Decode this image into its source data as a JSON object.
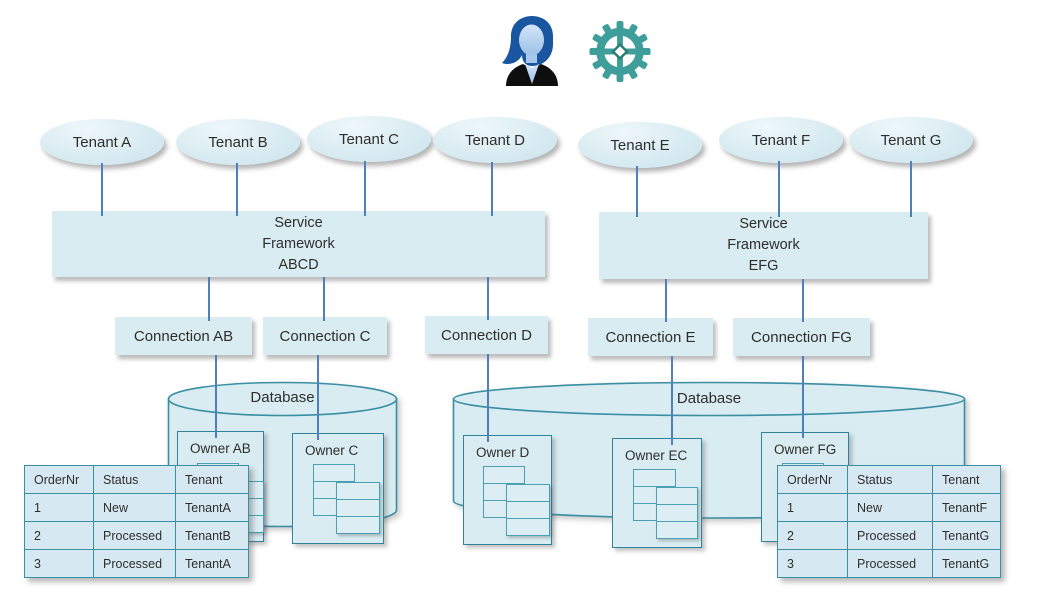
{
  "colors": {
    "shape_fill": "#d9ecf2",
    "table_fill": "#d6e9f2",
    "teal_border": "#3a8fa3",
    "connector_blue": "#4f7fbd",
    "gear_teal": "#3f9e99",
    "hair_blue": "#1a55a0"
  },
  "icons": {
    "person": "business-woman-icon",
    "gear": "gear-icon"
  },
  "tenants": [
    "Tenant A",
    "Tenant B",
    "Tenant C",
    "Tenant D",
    "Tenant E",
    "Tenant F",
    "Tenant G"
  ],
  "frameworks": [
    "Service\nFramework\nABCD",
    "Service\nFramework\nEFG"
  ],
  "connections": [
    "Connection AB",
    "Connection C",
    "Connection D",
    "Connection E",
    "Connection FG"
  ],
  "databases": [
    "Database",
    "Database"
  ],
  "owners": [
    "Owner AB",
    "Owner C",
    "Owner D",
    "Owner EC",
    "Owner FG"
  ],
  "tables": {
    "left": {
      "headers": [
        "OrderNr",
        "Status",
        "Tenant"
      ],
      "rows": [
        [
          "1",
          "New",
          "TenantA"
        ],
        [
          "2",
          "Processed",
          "TenantB"
        ],
        [
          "3",
          "Processed",
          "TenantA"
        ]
      ]
    },
    "right": {
      "headers": [
        "OrderNr",
        "Status",
        "Tenant"
      ],
      "rows": [
        [
          "1",
          "New",
          "TenantF"
        ],
        [
          "2",
          "Processed",
          "TenantG"
        ],
        [
          "3",
          "Processed",
          "TenantG"
        ]
      ]
    }
  }
}
